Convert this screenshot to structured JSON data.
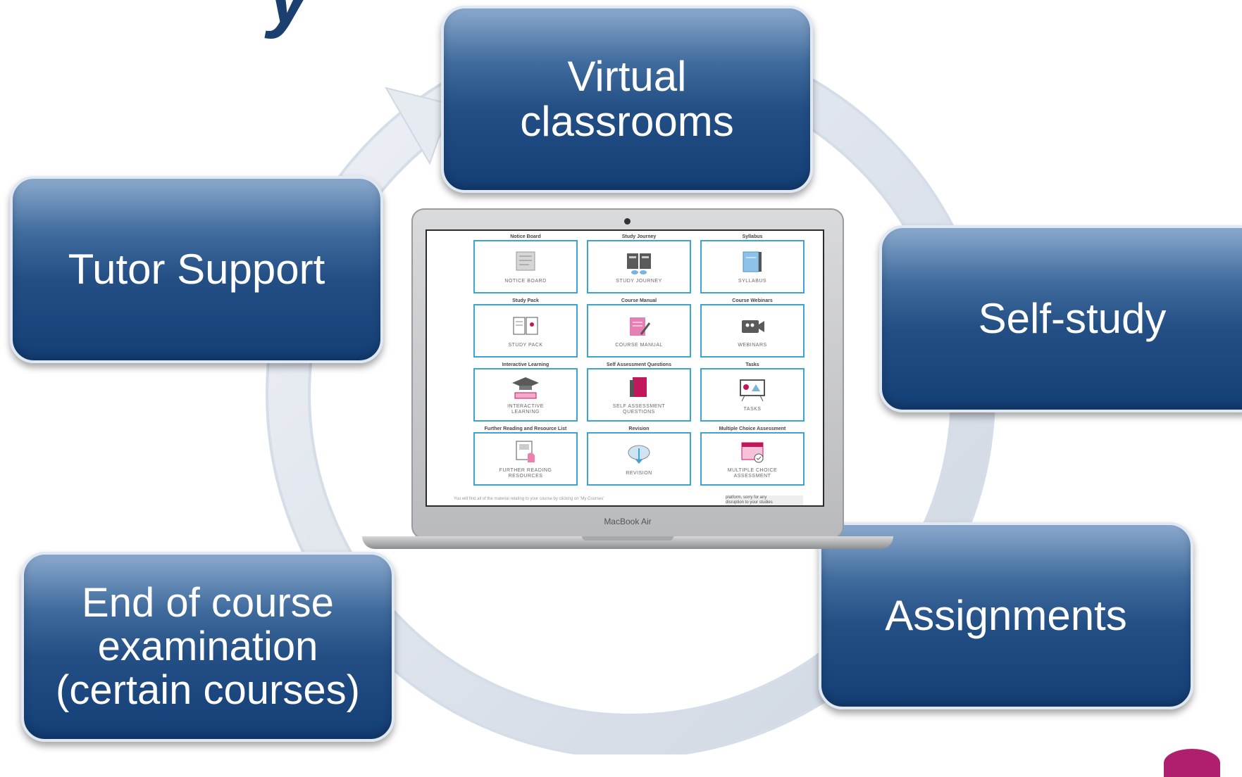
{
  "title_fragment": "y",
  "boxes": {
    "top": "Virtual\nclassrooms",
    "left_upper": "Tutor Support",
    "right_upper": "Self-study",
    "left_lower": "End of course\nexamination\n(certain courses)",
    "right_lower": "Assignments"
  },
  "laptop": {
    "brand": "MacBook Air",
    "footer_note": "You will find all of the material relating to your course by clicking on 'My Courses'",
    "footer_note2": "platform, sorry for any\ndisruption to your studies",
    "tiles": [
      {
        "header": "Notice Board",
        "label": "NOTICE BOARD",
        "icon": "notice-board-icon"
      },
      {
        "header": "Study Journey",
        "label": "STUDY JOURNEY",
        "icon": "book-icon"
      },
      {
        "header": "Syllabus",
        "label": "SYLLABUS",
        "icon": "syllabus-book-icon"
      },
      {
        "header": "Study Pack",
        "label": "STUDY PACK",
        "icon": "open-book-icon"
      },
      {
        "header": "Course Manual",
        "label": "COURSE MANUAL",
        "icon": "manual-pencil-icon"
      },
      {
        "header": "Course Webinars",
        "label": "WEBINARS",
        "icon": "video-camera-icon"
      },
      {
        "header": "Interactive Learning",
        "label": "INTERACTIVE\nLEARNING",
        "icon": "graduation-cap-icon"
      },
      {
        "header": "Self Assessment Questions",
        "label": "SELF ASSESSMENT\nQUESTIONS",
        "icon": "notebook-icon"
      },
      {
        "header": "Tasks",
        "label": "TASKS",
        "icon": "presentation-board-icon"
      },
      {
        "header": "Further Reading and Resource List",
        "label": "FURTHER READING\nRESOURCES",
        "icon": "reading-hand-icon"
      },
      {
        "header": "Revision",
        "label": "REVISION",
        "icon": "cloud-download-icon"
      },
      {
        "header": "Multiple Choice Assessment",
        "label": "MULTIPLE CHOICE\nASSESSMENT",
        "icon": "calendar-check-icon"
      }
    ]
  },
  "colors": {
    "box_dark": "#133f77",
    "box_light": "#8ba9cd",
    "tile_border": "#3aa4d6",
    "accent_pink": "#c2185b"
  }
}
